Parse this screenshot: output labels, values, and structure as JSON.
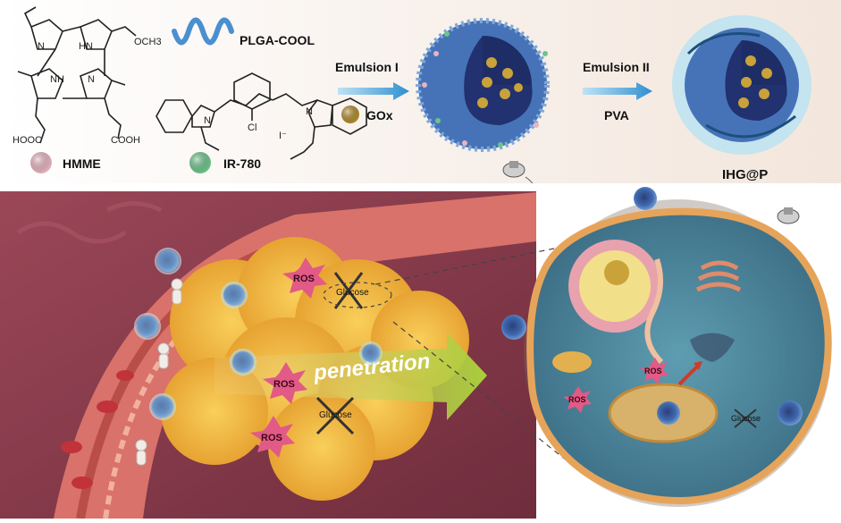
{
  "labels": {
    "plga": "PLGA-COOL",
    "emulsion1": "Emulsion I",
    "gox": "GOx",
    "emulsion2": "Emulsion II",
    "pva": "PVA",
    "hmme": "HMME",
    "ir780": "IR-780",
    "product": "IHG@P",
    "penetration": "penetration",
    "ros": "ROS",
    "glucose": "Glucose"
  },
  "chem": {
    "och3": "OCH3",
    "nh": "NH",
    "hn": "HN",
    "n": "N",
    "cl": "Cl",
    "iodide": "I⁻",
    "nplus": "N",
    "hooc": "HOOC",
    "cooh": "COOH"
  },
  "colors": {
    "hmme_bead": "#e8b4c0",
    "ir780_bead": "#6cc48a",
    "gox_bead": "#b08a2a",
    "nanoparticle": "#3d6fb0",
    "vessel": "#d8726a",
    "tumor": "#f2b43a",
    "ros_star": "#e25a86",
    "arrow": "#3aa0d8",
    "penetration_arrow": "#b7d23a",
    "cell_cytoplasm": "#4e8aa0",
    "background_tissue": "#8a3a4a"
  }
}
